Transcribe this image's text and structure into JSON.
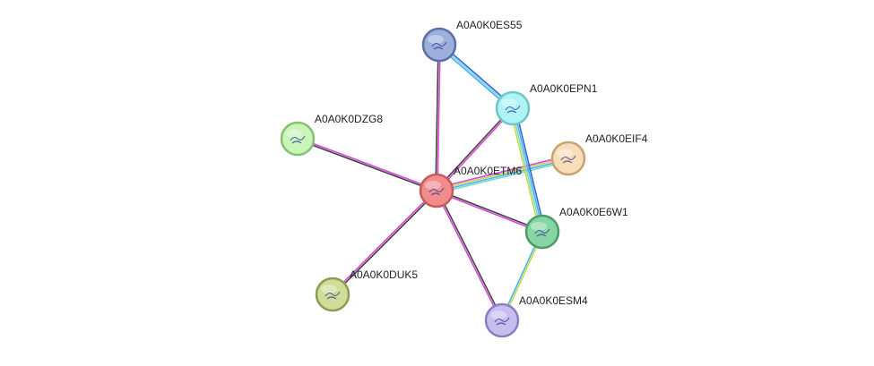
{
  "network": {
    "nodes": [
      {
        "id": "A0A0K0ETM6",
        "label": "A0A0K0ETM6",
        "fill": "#f08c8c",
        "stroke": "#c75a5a"
      },
      {
        "id": "A0A0K0ES55",
        "label": "A0A0K0ES55",
        "fill": "#9db0dc",
        "stroke": "#5a6fa8"
      },
      {
        "id": "A0A0K0EPN1",
        "label": "A0A0K0EPN1",
        "fill": "#aef4f4",
        "stroke": "#6ec6c6"
      },
      {
        "id": "A0A0K0DZG8",
        "label": "A0A0K0DZG8",
        "fill": "#c9f5b8",
        "stroke": "#86c072"
      },
      {
        "id": "A0A0K0EIF4",
        "label": "A0A0K0EIF4",
        "fill": "#f8ddb8",
        "stroke": "#c9a272"
      },
      {
        "id": "A0A0K0E6W1",
        "label": "A0A0K0E6W1",
        "fill": "#86d6a4",
        "stroke": "#4c9a6a"
      },
      {
        "id": "A0A0K0DUK5",
        "label": "A0A0K0DUK5",
        "fill": "#cfdd96",
        "stroke": "#8c9b58"
      },
      {
        "id": "A0A0K0ESM4",
        "label": "A0A0K0ESM4",
        "fill": "#c8beee",
        "stroke": "#8a7cc6"
      }
    ],
    "edges": [
      {
        "source": "A0A0K0ETM6",
        "target": "A0A0K0ES55",
        "colors": [
          "#444444",
          "#d946d9"
        ]
      },
      {
        "source": "A0A0K0ETM6",
        "target": "A0A0K0EPN1",
        "colors": [
          "#444444",
          "#d946d9"
        ]
      },
      {
        "source": "A0A0K0ETM6",
        "target": "A0A0K0DZG8",
        "colors": [
          "#444444",
          "#d946d9"
        ]
      },
      {
        "source": "A0A0K0ETM6",
        "target": "A0A0K0EIF4",
        "colors": [
          "#d946d9",
          "#c8d64a",
          "#4ab0e6",
          "#7cd9c9"
        ]
      },
      {
        "source": "A0A0K0ETM6",
        "target": "A0A0K0E6W1",
        "colors": [
          "#444444",
          "#d946d9"
        ]
      },
      {
        "source": "A0A0K0ETM6",
        "target": "A0A0K0DUK5",
        "colors": [
          "#444444",
          "#d946d9"
        ]
      },
      {
        "source": "A0A0K0ETM6",
        "target": "A0A0K0ESM4",
        "colors": [
          "#444444",
          "#d946d9"
        ]
      },
      {
        "source": "A0A0K0ES55",
        "target": "A0A0K0EPN1",
        "colors": [
          "#3366dd",
          "#7cd9e6",
          "#4ab0e6"
        ]
      },
      {
        "source": "A0A0K0EPN1",
        "target": "A0A0K0E6W1",
        "colors": [
          "#3366dd",
          "#4ab0e6",
          "#7cd9c9",
          "#c8d64a"
        ]
      },
      {
        "source": "A0A0K0E6W1",
        "target": "A0A0K0ESM4",
        "colors": [
          "#c8d64a",
          "#4ab0e6"
        ]
      }
    ]
  }
}
